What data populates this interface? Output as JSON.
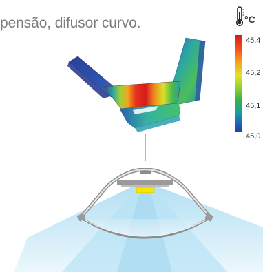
{
  "caption": "pensão, difusor curvo.",
  "colorbar": {
    "unit": "°C",
    "ticks": [
      "45,4",
      "45,2",
      "45,1",
      "45,0"
    ],
    "icon": "thermometer-icon",
    "colors": [
      "#d7191c",
      "#f6a21e",
      "#e3e324",
      "#33b04d",
      "#1aa0a0",
      "#23449a"
    ]
  },
  "illustration": {
    "simulation": "thermal-simulation-icon",
    "cross_section": "luminaire-cross-section-icon",
    "led_color": "#f7e600",
    "beam_color": "#bfe3f5"
  }
}
